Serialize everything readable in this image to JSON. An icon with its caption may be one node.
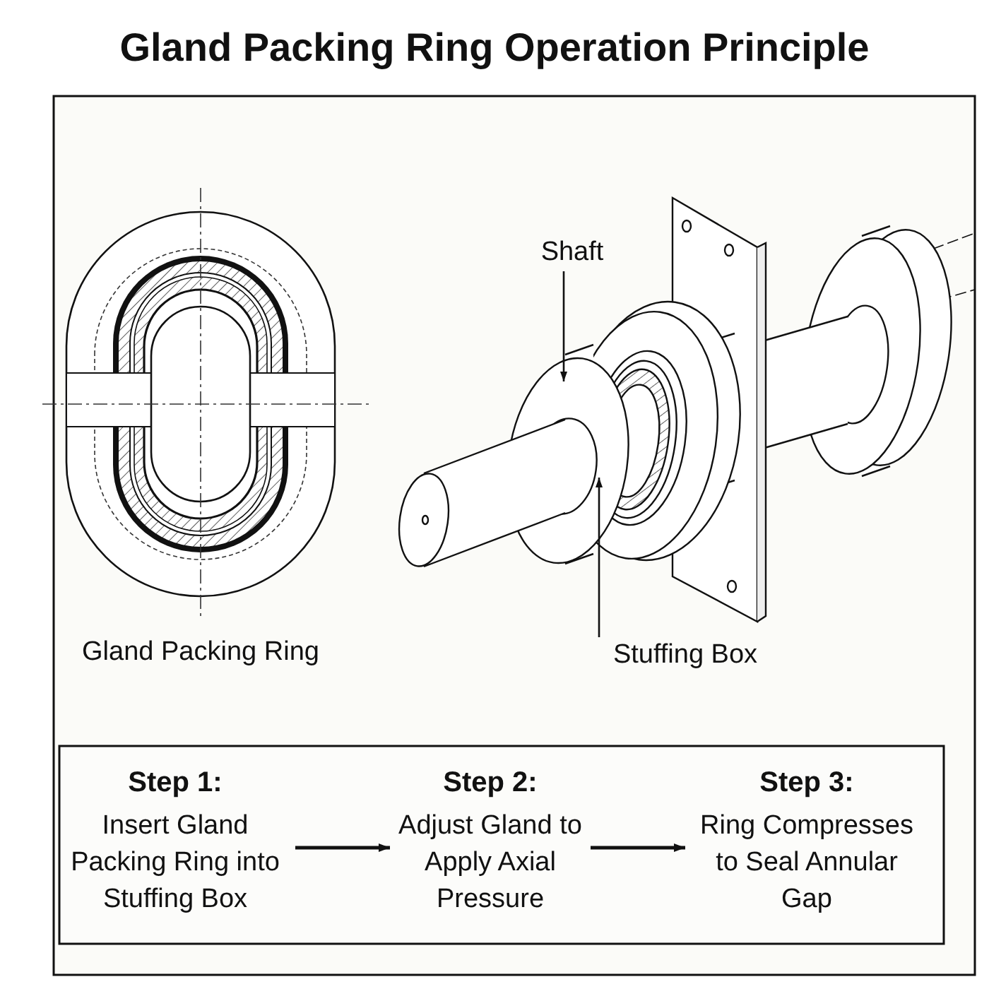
{
  "diagram": {
    "title": "Gland Packing Ring Operation Principle",
    "nodes": [
      {
        "text": [
          "Step 1:",
          "Insert Gland Packing Ring into Stuffing Box"
        ]
      },
      {
        "text": [
          "Step 2:",
          "Adjust Gland to Apply Axial Pressure"
        ]
      },
      {
        "text": [
          "Step 3:",
          "Ring Compresses to Seal Annular Gap"
        ]
      },
      {
        "text": [
          "Shaft"
        ]
      },
      {
        "text": [
          "Stuffing Box"
        ]
      }
    ],
    "edges": [
      {
        "from": 0,
        "to": 1,
        "arrow": "to"
      },
      {
        "from": 1,
        "to": 2,
        "arrow": "to"
      },
      {
        "from": 3,
        "to": null,
        "arrow": "to"
      },
      {
        "from": 4,
        "to": null,
        "arrow": "to"
      }
    ],
    "labels": [
      "Gland Packing Ring"
    ]
  }
}
